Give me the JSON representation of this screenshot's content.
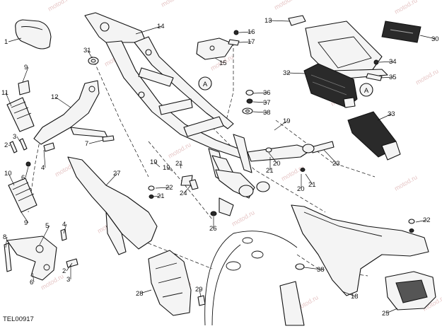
{
  "drawing_code": "TEL00917",
  "watermark": "motod.ru",
  "section_marker": "A",
  "callouts": [
    "1",
    "2",
    "3",
    "4",
    "5",
    "6",
    "7",
    "8",
    "9",
    "10",
    "11",
    "12",
    "13",
    "14",
    "15",
    "16",
    "17",
    "18",
    "19",
    "20",
    "21",
    "22",
    "23",
    "24",
    "25",
    "26",
    "27",
    "28",
    "29",
    "30",
    "31",
    "32",
    "33",
    "34",
    "35",
    "36",
    "37",
    "38"
  ],
  "extra_labels": [
    "2",
    "3",
    "4",
    "6",
    "9",
    "19",
    "19",
    "20",
    "21",
    "21",
    "21",
    "22",
    "38"
  ]
}
